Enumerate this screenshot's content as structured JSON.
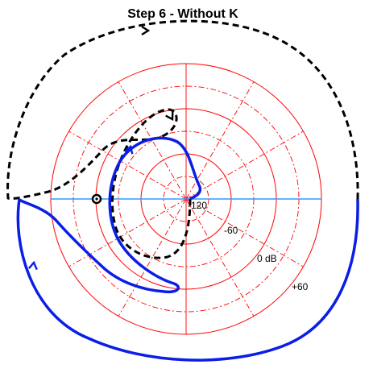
{
  "chart_data": {
    "type": "polar-nyquist",
    "title": "Step 6 - Without K",
    "ring_labels": [
      "-120",
      "-60",
      "0 dB",
      "+60"
    ],
    "ring_levels_db": [
      -120,
      -60,
      0,
      60
    ],
    "grid": true,
    "colors": {
      "grid": "#ff0000",
      "axis": "#3399ff",
      "solid_curve": "#0a1ee6",
      "dashed_curve": "#000000",
      "marker": "#000000"
    },
    "series": [
      {
        "style": "solid",
        "color": "#0a1ee6"
      },
      {
        "style": "dashed",
        "color": "#000000"
      }
    ],
    "marker": {
      "label": ""
    }
  }
}
